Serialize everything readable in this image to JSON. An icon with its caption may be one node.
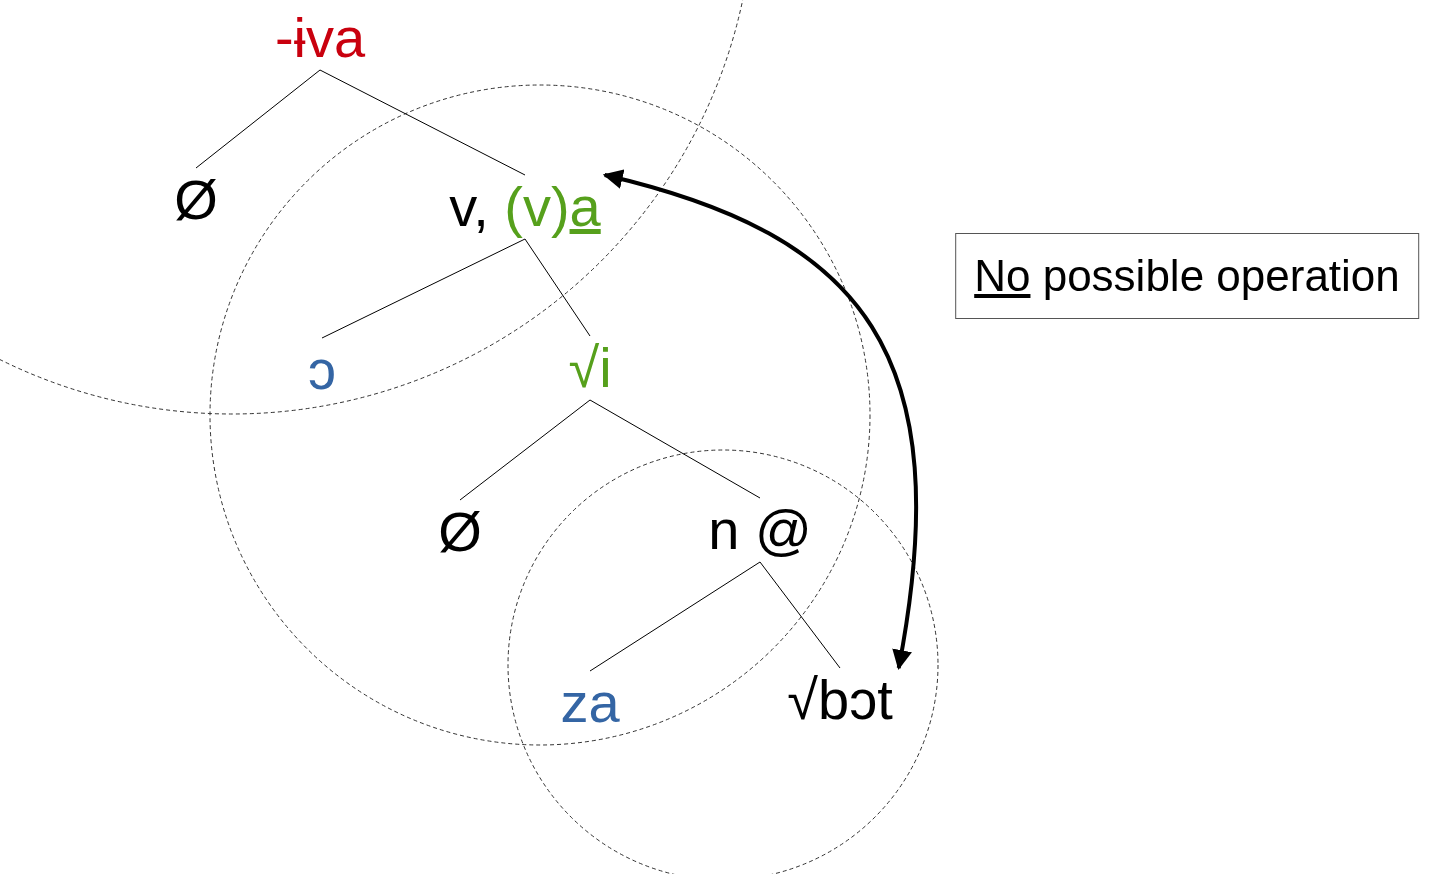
{
  "diagram": {
    "nodes": [
      {
        "text": [
          "-ɨva"
        ]
      },
      {
        "text": [
          "Ø"
        ]
      },
      {
        "text": [
          "v, (v)a"
        ]
      },
      {
        "text": [
          "ɔ"
        ]
      },
      {
        "text": [
          "√i"
        ]
      },
      {
        "text": [
          "Ø"
        ]
      },
      {
        "text": [
          "n @"
        ]
      },
      {
        "text": [
          "za"
        ]
      },
      {
        "text": [
          "√bɔt"
        ]
      },
      {
        "text": [
          "No possible operation"
        ]
      }
    ],
    "edges": [
      {
        "from": 0,
        "to": 1,
        "arrow": "none"
      },
      {
        "from": 0,
        "to": 2,
        "arrow": "none"
      },
      {
        "from": 2,
        "to": 3,
        "arrow": "none"
      },
      {
        "from": 2,
        "to": 4,
        "arrow": "none"
      },
      {
        "from": 4,
        "to": 5,
        "arrow": "none"
      },
      {
        "from": 4,
        "to": 6,
        "arrow": "none"
      },
      {
        "from": 6,
        "to": 7,
        "arrow": "none"
      },
      {
        "from": 6,
        "to": 8,
        "arrow": "none"
      },
      {
        "from": 2,
        "to": 8,
        "arrow": "both",
        "style": "thick"
      }
    ]
  }
}
